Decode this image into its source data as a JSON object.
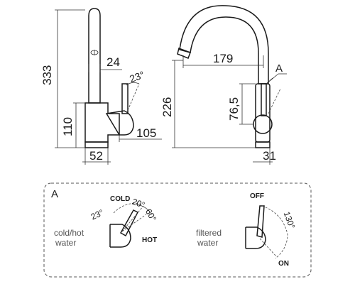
{
  "side_view": {
    "height_total": "333",
    "spout_offset": "24",
    "lever_angle": "23°",
    "base_height": "110",
    "body_depth": "105",
    "base_width": "52"
  },
  "front_view": {
    "reach": "179",
    "height": "226",
    "lever_height": "76,5",
    "base_width": "31",
    "callout_letter": "A"
  },
  "detail_a": {
    "letter": "A",
    "left": {
      "caption_line1": "cold/hot",
      "caption_line2": "water",
      "cold_label": "COLD",
      "hot_label": "HOT",
      "angle_left": "23°",
      "angle_cold": "20°",
      "angle_hot": "60°"
    },
    "right": {
      "caption_line1": "filtered",
      "caption_line2": "water",
      "off_label": "OFF",
      "on_label": "ON",
      "angle": "130°"
    }
  }
}
